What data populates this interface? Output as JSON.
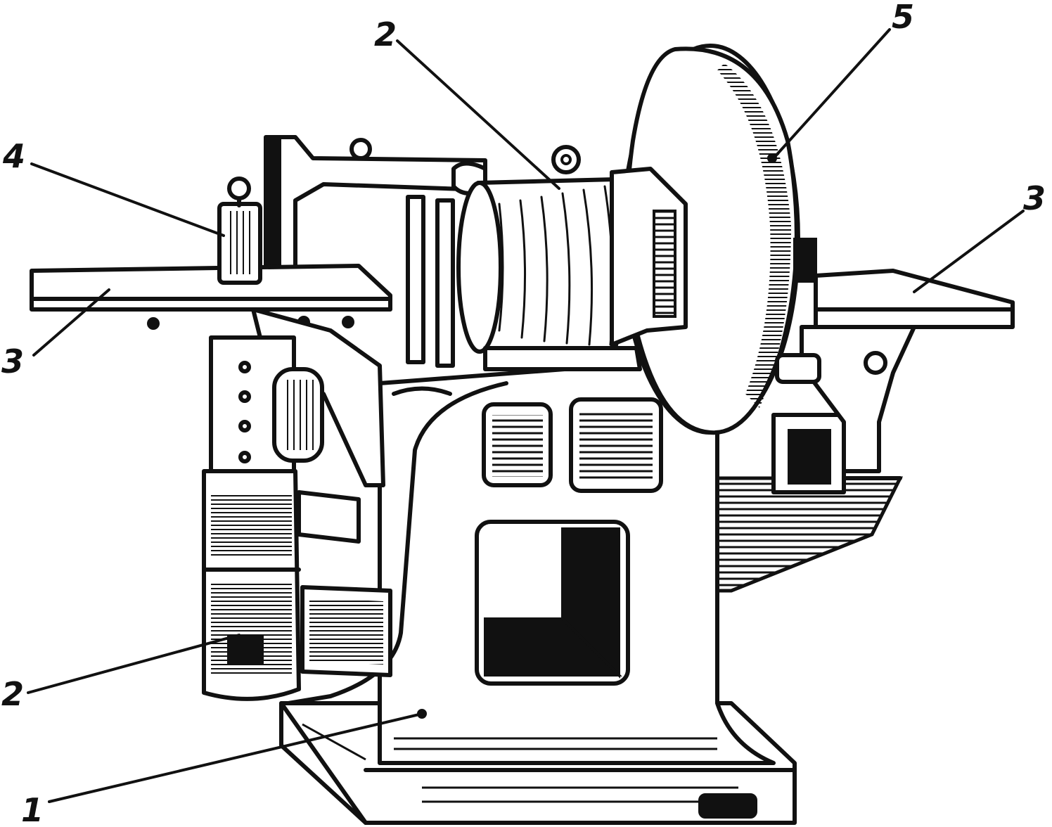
{
  "figure": {
    "callouts": [
      {
        "id": "label-1",
        "text": "1"
      },
      {
        "id": "label-2-top",
        "text": "2"
      },
      {
        "id": "label-2-bottom",
        "text": "2"
      },
      {
        "id": "label-3-left",
        "text": "3"
      },
      {
        "id": "label-3-right",
        "text": "3"
      },
      {
        "id": "label-4",
        "text": "4"
      },
      {
        "id": "label-5",
        "text": "5"
      }
    ]
  }
}
